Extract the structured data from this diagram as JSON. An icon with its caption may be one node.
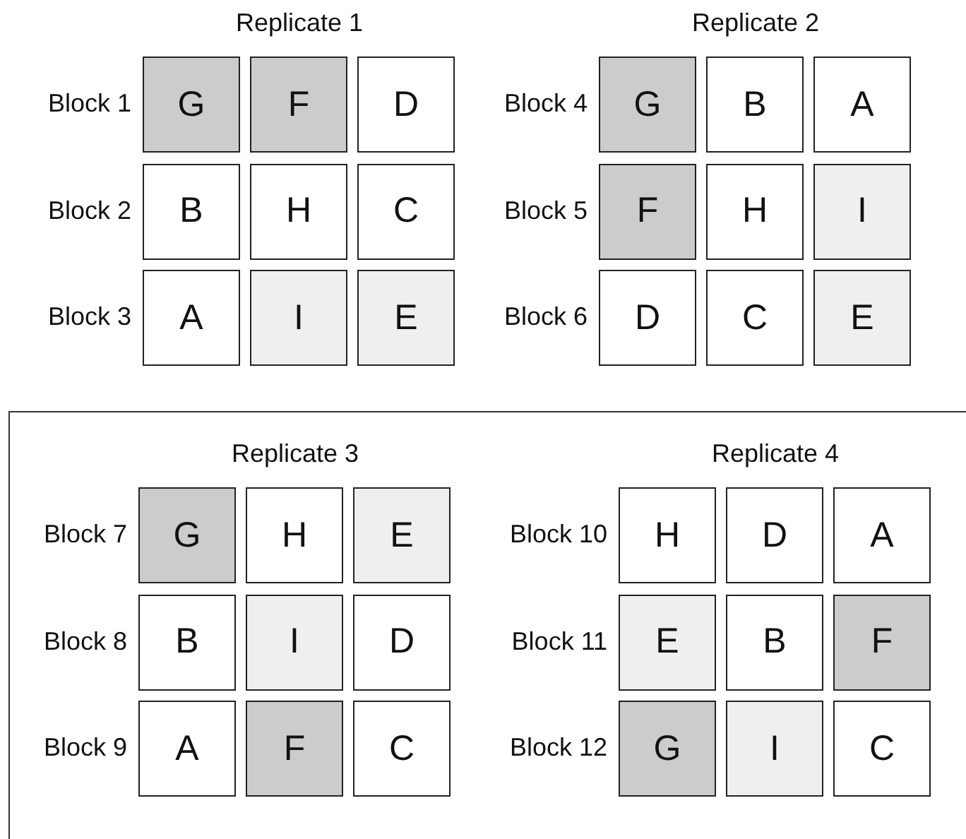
{
  "diagram": {
    "nodes": [
      {
        "text": [
          "G"
        ]
      },
      {
        "text": [
          "F"
        ]
      },
      {
        "text": [
          "D"
        ]
      },
      {
        "text": [
          "B"
        ]
      },
      {
        "text": [
          "H"
        ]
      },
      {
        "text": [
          "C"
        ]
      },
      {
        "text": [
          "A"
        ]
      },
      {
        "text": [
          "I"
        ]
      },
      {
        "text": [
          "E"
        ]
      },
      {
        "text": [
          "G"
        ]
      },
      {
        "text": [
          "B"
        ]
      },
      {
        "text": [
          "A"
        ]
      },
      {
        "text": [
          "F"
        ]
      },
      {
        "text": [
          "H"
        ]
      },
      {
        "text": [
          "I"
        ]
      },
      {
        "text": [
          "D"
        ]
      },
      {
        "text": [
          "C"
        ]
      },
      {
        "text": [
          "E"
        ]
      },
      {
        "text": [
          "G"
        ]
      },
      {
        "text": [
          "H"
        ]
      },
      {
        "text": [
          "E"
        ]
      },
      {
        "text": [
          "B"
        ]
      },
      {
        "text": [
          "I"
        ]
      },
      {
        "text": [
          "D"
        ]
      },
      {
        "text": [
          "A"
        ]
      },
      {
        "text": [
          "F"
        ]
      },
      {
        "text": [
          "C"
        ]
      },
      {
        "text": [
          "H"
        ]
      },
      {
        "text": [
          "D"
        ]
      },
      {
        "text": [
          "A"
        ]
      },
      {
        "text": [
          "E"
        ]
      },
      {
        "text": [
          "B"
        ]
      },
      {
        "text": [
          "F"
        ]
      },
      {
        "text": [
          "G"
        ]
      },
      {
        "text": [
          "I"
        ]
      },
      {
        "text": [
          "C"
        ]
      }
    ],
    "edges": [],
    "labels": [
      "Replicate 1",
      "Block 1",
      "Block 2",
      "Block 3",
      "Replicate 2",
      "Block 4",
      "Block 5",
      "Block 6",
      "Replicate 3",
      "Block 7",
      "Block 8",
      "Block 9",
      "Replicate 4",
      "Block 10",
      "Block 11",
      "Block 12"
    ]
  }
}
